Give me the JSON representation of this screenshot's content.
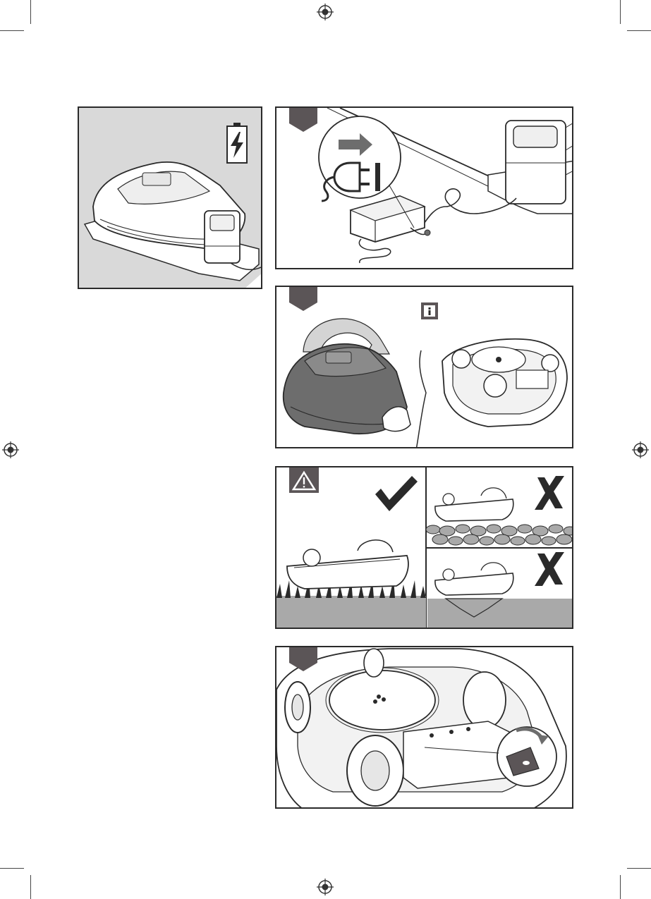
{
  "colors": {
    "ink": "#2a2a2a",
    "badge": "#5b5557",
    "panel_grey": "#d9d9d9",
    "ground_grey": "#a9a9a9",
    "white": "#ffffff"
  },
  "icons": {
    "charging_battery": "battery-charging-icon",
    "plug": "power-plug-icon",
    "info": "info-icon",
    "warning": "warning-triangle-icon",
    "correct": "checkmark-icon",
    "wrong": "cross-icon",
    "registration": "registration-mark-icon"
  },
  "panels": [
    {
      "id": "charging-overview"
    },
    {
      "id": "connect-power-supply"
    },
    {
      "id": "turn-mower-over"
    },
    {
      "id": "placement-surfaces"
    },
    {
      "id": "blade-safety"
    }
  ]
}
